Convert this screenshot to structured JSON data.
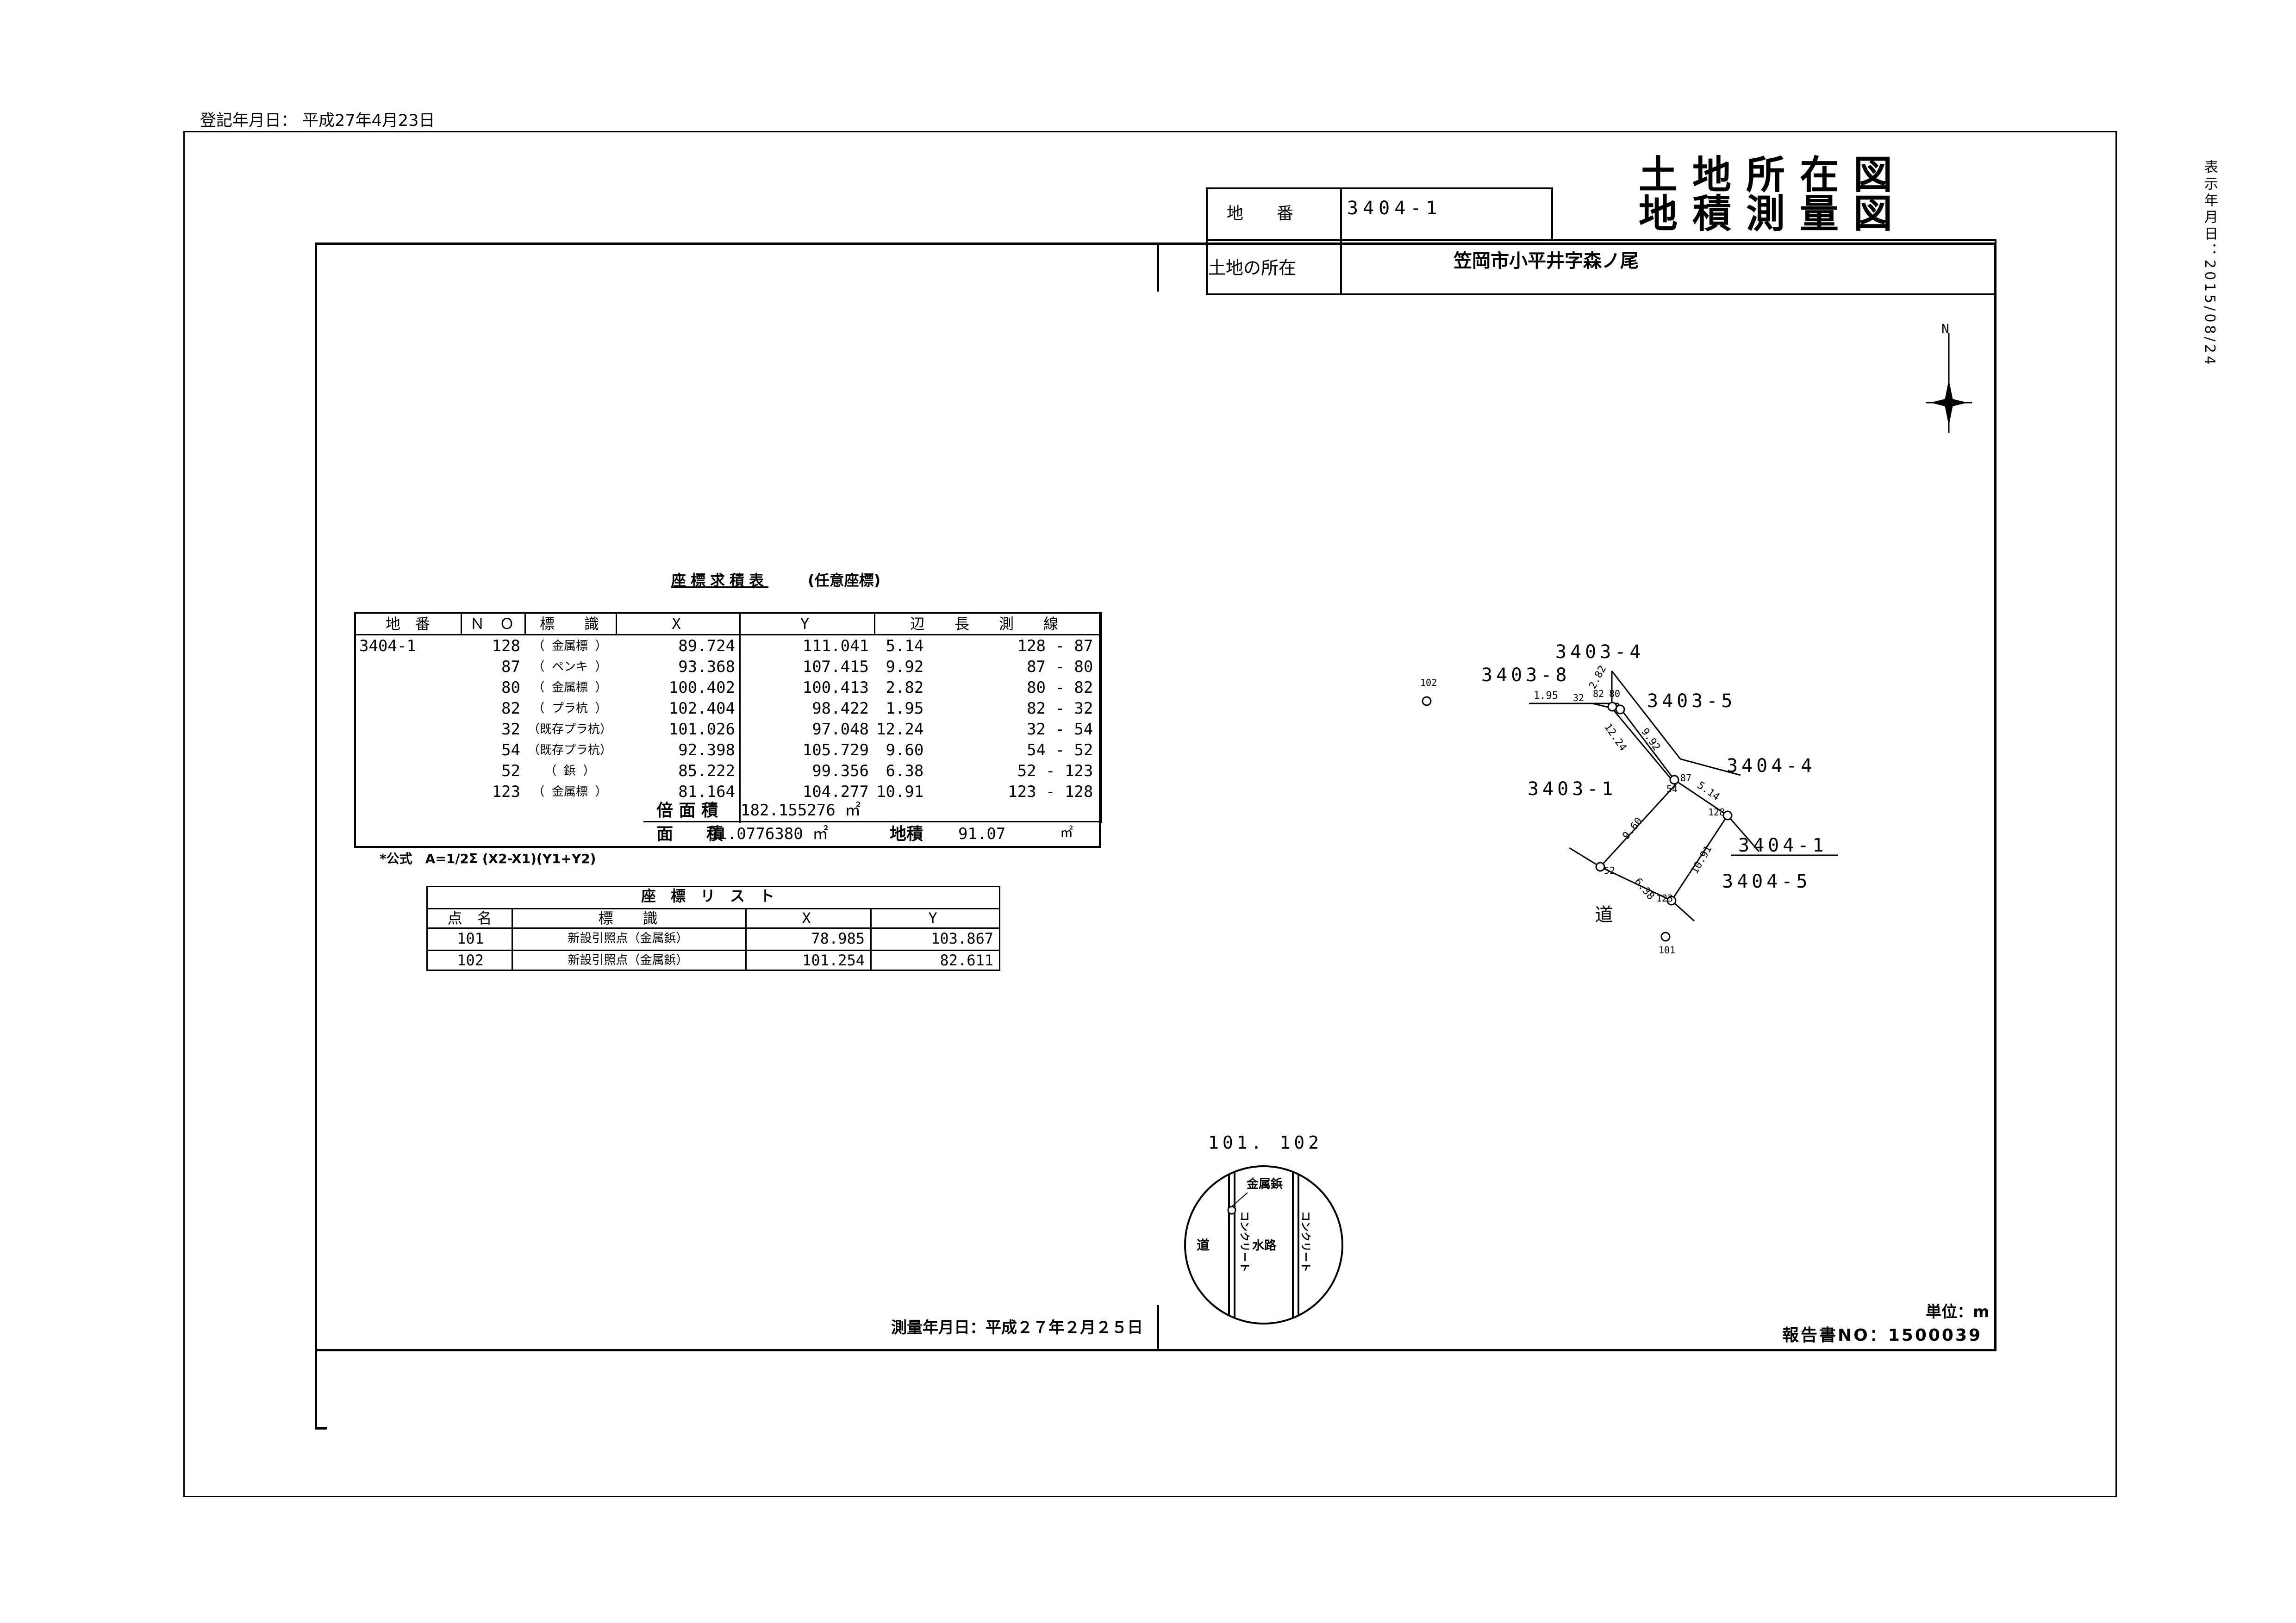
{
  "registration_date": "登記年月日： 平成27年4月23日",
  "side_print_date": "表示年月日：2015/08/24",
  "title": {
    "line1": "土地所在図",
    "line2": "地積測量図"
  },
  "header": {
    "parcel_label": "地　　番",
    "parcel_value": "3404-1",
    "location_label": "土地の所在",
    "location_value": "笠岡市小平井字森ノ尾"
  },
  "area_table": {
    "caption": "座標求積表",
    "caption_note": "(任意座標)",
    "headers": [
      "地　番",
      "Ｎ　Ｏ",
      "標　　識",
      "X",
      "Y",
      "辺　　長　　測　　線"
    ],
    "parcel": "3404-1",
    "rows": [
      {
        "no": "128",
        "mark": "（ 金属標 ）",
        "x": "89.724",
        "y": "111.041",
        "len": "5.14",
        "line": "128 -  87"
      },
      {
        "no": "87",
        "mark": "（ ペンキ ）",
        "x": "93.368",
        "y": "107.415",
        "len": "9.92",
        "line": "87 -  80"
      },
      {
        "no": "80",
        "mark": "（ 金属標 ）",
        "x": "100.402",
        "y": "100.413",
        "len": "2.82",
        "line": "80 -  82"
      },
      {
        "no": "82",
        "mark": "（ プラ杭 ）",
        "x": "102.404",
        "y": "98.422",
        "len": "1.95",
        "line": "82 -  32"
      },
      {
        "no": "32",
        "mark": "（既存プラ杭）",
        "x": "101.026",
        "y": "97.048",
        "len": "12.24",
        "line": "32 -  54"
      },
      {
        "no": "54",
        "mark": "（既存プラ杭）",
        "x": "92.398",
        "y": "105.729",
        "len": "9.60",
        "line": "54 -  52"
      },
      {
        "no": "52",
        "mark": "（ 鋲 ）",
        "x": "85.222",
        "y": "99.356",
        "len": "6.38",
        "line": "52 - 123"
      },
      {
        "no": "123",
        "mark": "（ 金属標 ）",
        "x": "81.164",
        "y": "104.277",
        "len": "10.91",
        "line": "123 - 128"
      }
    ],
    "double_area_label": "倍 面 積",
    "double_area_value": "182.155276 ㎡",
    "area_label": "面　　積",
    "area_value": "91.0776380 ㎡",
    "chiseki_label": "地積",
    "chiseki_value": "91.07",
    "chiseki_unit": "㎡",
    "formula": "*公式　A=1/2Σ (X2-X1)(Y1+Y2)"
  },
  "coord_list": {
    "caption": "座　標　リ　ス　ト",
    "headers": [
      "点　名",
      "標　　識",
      "X",
      "Y"
    ],
    "rows": [
      {
        "name": "101",
        "mark": "新設引照点（金属鋲）",
        "x": "78.985",
        "y": "103.867"
      },
      {
        "name": "102",
        "mark": "新設引照点（金属鋲）",
        "x": "101.254",
        "y": "82.611"
      }
    ]
  },
  "plot": {
    "labels": {
      "l3403_4": "3403-4",
      "l3403_8": "3403-8",
      "l3403_5": "3403-5",
      "l3404_4": "3404-4",
      "l3403_1": "3403-1",
      "l3404_1": "3404-1",
      "l3404_5": "3404-5",
      "road": "道"
    },
    "points": {
      "p102": "102",
      "p101": "101",
      "p82": "82",
      "p80": "80",
      "p32": "32",
      "p87": "87",
      "p54": "54",
      "p128": "128",
      "p52": "52",
      "p123": "123"
    },
    "lengths": {
      "e82_32": "1.95",
      "e80_82": "2.82",
      "e87_80": "9.92",
      "e32_54": "12.24",
      "e128_87": "5.14",
      "e54_52": "9.60",
      "e123_128": "10.91",
      "e52_123": "6.38"
    },
    "north": "N"
  },
  "detail": {
    "title": "101. 102",
    "metal": "金属鋲",
    "concrete_left": "コンクリート",
    "concrete_right": "コンクリート",
    "road": "道",
    "water": "水路"
  },
  "footer": {
    "survey_date": "測量年月日：平成２７年２月２５日",
    "unit": "単位：m",
    "report_no": "報告書NO：1500039"
  }
}
